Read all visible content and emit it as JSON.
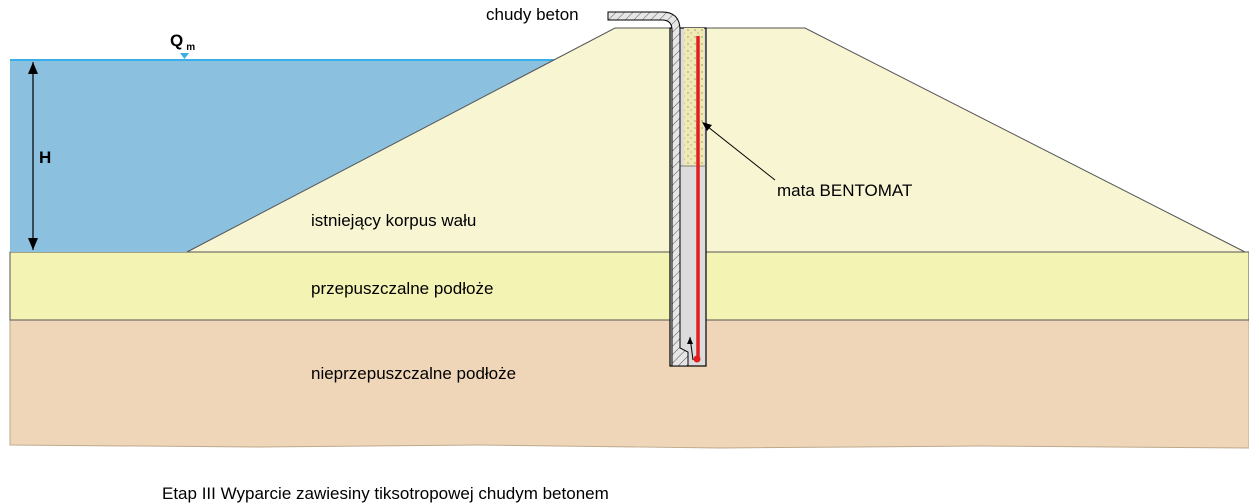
{
  "labels": {
    "water_level": "Q",
    "water_level_sub": "m",
    "height": "H",
    "lean_concrete": "chudy beton",
    "membrane": "mata BENTOMAT",
    "embankment": "istniejący korpus wału",
    "permeable": "przepuszczalne podłoże",
    "impermeable": "nieprzepuszczalne podłoże"
  },
  "caption": "Etap III Wyparcie zawiesiny tiksotropowej chudym betonem",
  "colors": {
    "water": "#8bc0df",
    "water_surface": "#3aaee8",
    "embankment": "#f8f5d3",
    "permeable": "#f3f3b3",
    "impermeable": "#f0d6b8",
    "membrane": "#e41e1e",
    "trench_lower": "#dcdcdc",
    "trench_upper": "#efe9b5",
    "outline": "#000000"
  },
  "icons": {
    "water_level_marker": "triangle-down-icon",
    "height_arrow": "double-arrow-icon"
  }
}
